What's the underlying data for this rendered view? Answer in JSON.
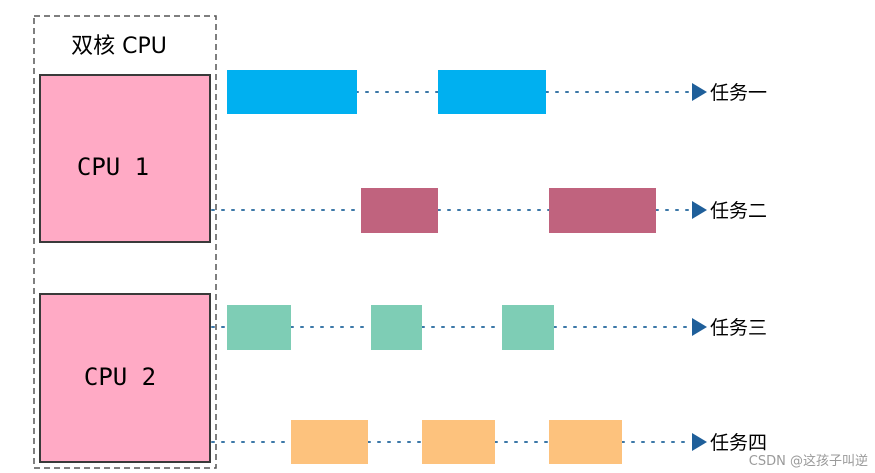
{
  "title": "双核 CPU",
  "cpus": [
    {
      "label": "CPU 1"
    },
    {
      "label": "CPU 2"
    }
  ],
  "colors": {
    "cpu_fill": "#ffaac5",
    "cpu_stroke": "#3a3a3a",
    "dash_border": "#555555",
    "dotted_line": "#3c78a8",
    "arrow": "#1f5f9a"
  },
  "tasks": [
    {
      "label": "任务一",
      "color": "#00b0f0"
    },
    {
      "label": "任务二",
      "color": "#c0637e"
    },
    {
      "label": "任务三",
      "color": "#7ecdb5"
    },
    {
      "label": "任务四",
      "color": "#fdc27d"
    }
  ],
  "watermark": "CSDN @这孩子叫逆"
}
